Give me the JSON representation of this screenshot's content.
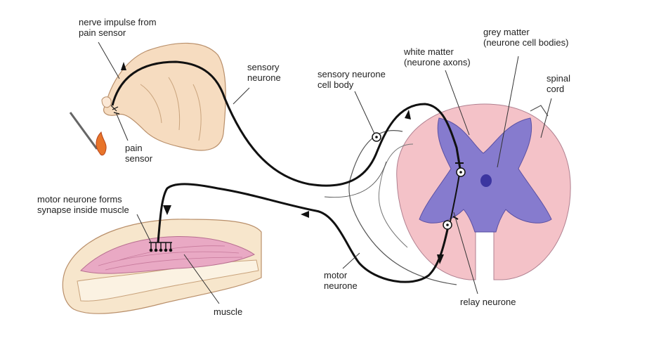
{
  "labels": {
    "nerve_impulse": [
      "nerve impulse from",
      "pain sensor"
    ],
    "pain_sensor": [
      "pain",
      "sensor"
    ],
    "sensory_neurone": [
      "sensory",
      "neurone"
    ],
    "sensory_cell_body": [
      "sensory neurone",
      "cell body"
    ],
    "white_matter": [
      "white matter",
      "(neurone axons)"
    ],
    "grey_matter": [
      "grey matter",
      "(neurone cell bodies)"
    ],
    "spinal_cord": [
      "spinal",
      "cord"
    ],
    "motor_synapse": [
      "motor neurone forms",
      "synapse inside muscle"
    ],
    "motor_neurone": [
      "motor",
      "neurone"
    ],
    "muscle": [
      "muscle"
    ],
    "relay_neurone": [
      "relay neurone"
    ]
  },
  "colors": {
    "skin": "#f6dcc0",
    "skin_outline": "#c9a37c",
    "arm": "#f7e6cc",
    "muscle": "#e9a9c4",
    "white_matter": "#f4c2c8",
    "grey_matter": "#7b74cf",
    "neurone": "#111111",
    "flame": "#e8742a"
  }
}
